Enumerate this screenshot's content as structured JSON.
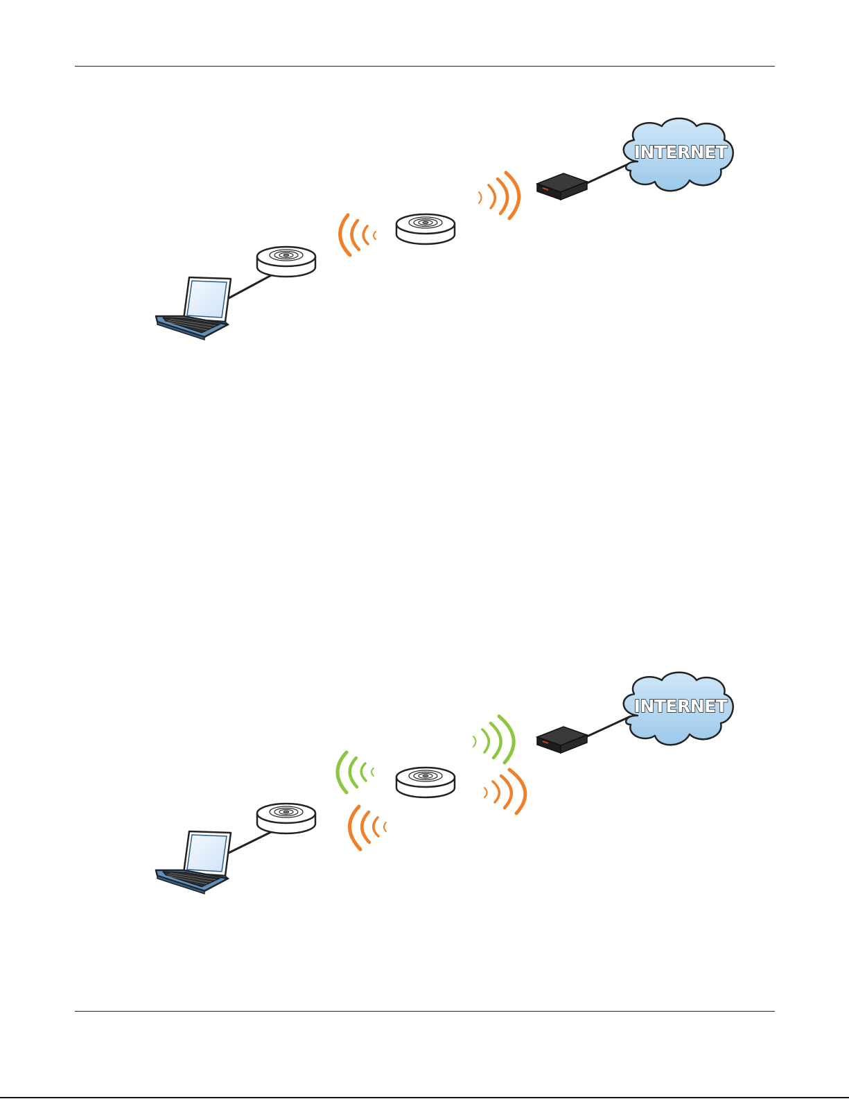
{
  "diagrams": [
    {
      "id": "single-band",
      "cloud_label": "INTERNET",
      "signal_colors": {
        "left": "#f07f2a",
        "right": "#f07f2a"
      },
      "dual_band": false
    },
    {
      "id": "dual-band",
      "cloud_label": "INTERNET",
      "signal_colors": {
        "left_upper": "#8dc63f",
        "left_lower": "#f07f2a",
        "right_upper": "#8dc63f",
        "right_lower": "#f07f2a"
      },
      "dual_band": true
    }
  ],
  "icons": [
    "laptop-icon",
    "access-point-icon",
    "router-icon",
    "internet-cloud-icon",
    "wifi-signal-icon"
  ]
}
